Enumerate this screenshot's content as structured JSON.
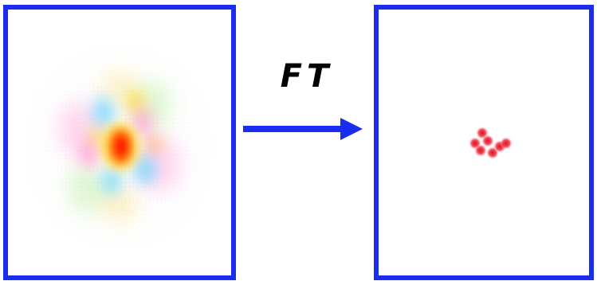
{
  "operation_label": "FT",
  "colors": {
    "frame": "#1a2cf0",
    "arrow": "#1a2cf0",
    "label": "#000000",
    "spot": "#e0101e"
  },
  "left_image": {
    "content": "interference-pattern",
    "palette": [
      "#ff0000",
      "#ff8c00",
      "#ffd400",
      "#6fd7ff",
      "#ff9ad6",
      "#c8f0a0"
    ]
  },
  "right_image": {
    "content": "point-spots",
    "spot_count": 7
  }
}
